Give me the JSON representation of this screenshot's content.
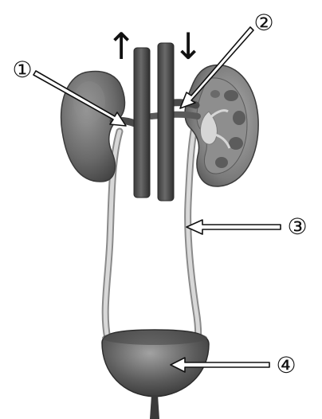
{
  "figure": {
    "flow_arrows": {
      "up": "↑",
      "down": "↓"
    },
    "labels": [
      {
        "id": "1",
        "text": "①"
      },
      {
        "id": "2",
        "text": "②"
      },
      {
        "id": "3",
        "text": "③"
      },
      {
        "id": "4",
        "text": "④"
      }
    ]
  },
  "colors": {
    "kidney": "#6b6b6b",
    "kidney_section": "#7a7a7a",
    "vessel": "#4f4f4f",
    "ureter": "#c9c9c9",
    "bladder": "#5a5a5a",
    "pointer_arrow_fill": "#ffffff",
    "pointer_arrow_stroke": "#111111"
  }
}
